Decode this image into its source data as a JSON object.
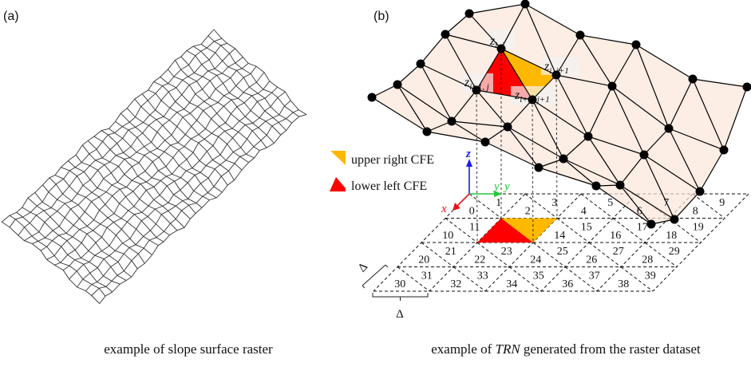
{
  "panel_a": {
    "label": "(a)",
    "caption": "example of slope surface raster"
  },
  "panel_b": {
    "label": "(b)",
    "caption_pre": "example of ",
    "caption_em": "TRN",
    "caption_post": " generated from the raster dataset",
    "legend": [
      {
        "label": "upper right CFE",
        "color": "#ffb800"
      },
      {
        "label": "lower left CFE",
        "color": "#ff0000"
      }
    ],
    "axes": {
      "x": "x",
      "y": "y",
      "y_alt": "y",
      "z": "z",
      "x_color": "#e8141b",
      "y_color": "#22c83a",
      "z_color": "#1a1aff"
    },
    "node_labels": [
      {
        "base": "z",
        "sub": "i, j"
      },
      {
        "base": "z",
        "sub": "i, j+1"
      },
      {
        "base": "z",
        "sub": "i+1, j"
      },
      {
        "base": "z",
        "sub": "i+1, j+1"
      }
    ],
    "cell_labels": [
      "0",
      "1",
      "2",
      "3",
      "4",
      "5",
      "6",
      "7",
      "8",
      "9",
      "10",
      "11",
      "",
      "",
      "14",
      "15",
      "16",
      "17",
      "18",
      "19",
      "20",
      "21",
      "22",
      "23",
      "24",
      "25",
      "26",
      "27",
      "28",
      "29",
      "30",
      "31",
      "32",
      "33",
      "34",
      "35",
      "36",
      "37",
      "38",
      "39"
    ],
    "delta_label": "Δ",
    "surface_color": "#fbe6da"
  }
}
